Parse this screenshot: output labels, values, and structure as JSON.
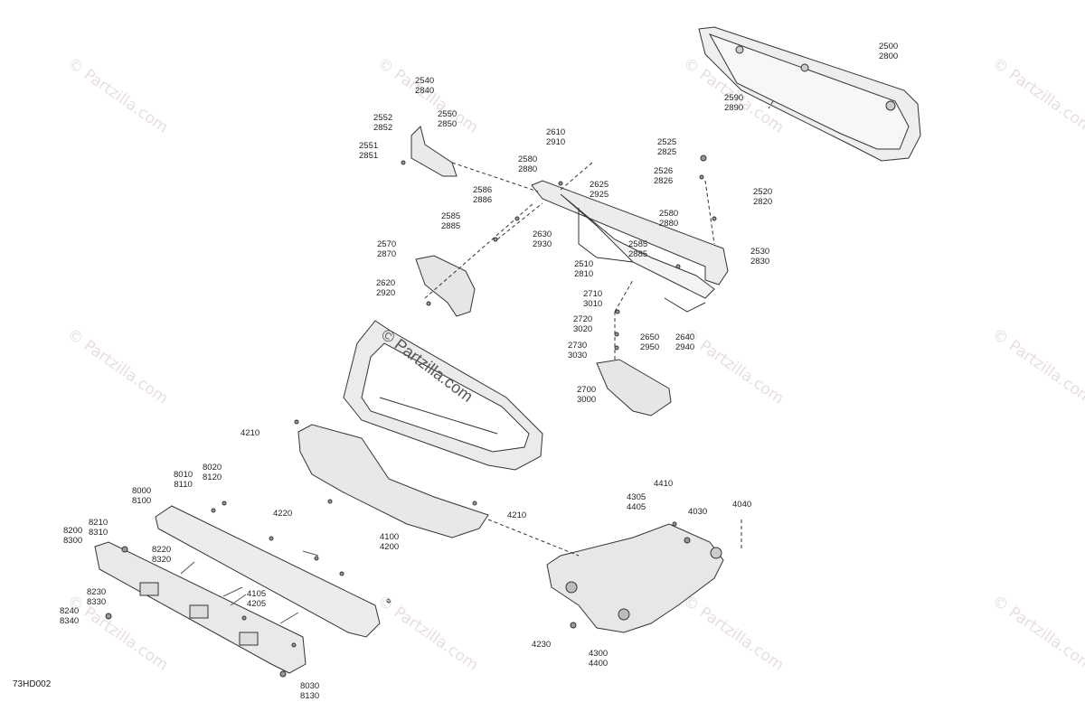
{
  "diagram_id": "73HD002",
  "watermark": "© Partzilla.com",
  "callouts": [
    {
      "id": "c2500",
      "lines": [
        "2500",
        "2800"
      ]
    },
    {
      "id": "c2590",
      "lines": [
        "2590",
        "2890"
      ]
    },
    {
      "id": "c2540",
      "lines": [
        "2540",
        "2840"
      ]
    },
    {
      "id": "c2552",
      "lines": [
        "2552",
        "2852"
      ]
    },
    {
      "id": "c2550",
      "lines": [
        "2550",
        "2850"
      ]
    },
    {
      "id": "c2551",
      "lines": [
        "2551",
        "2851"
      ]
    },
    {
      "id": "c2610",
      "lines": [
        "2610",
        "2910"
      ]
    },
    {
      "id": "c2580a",
      "lines": [
        "2580",
        "2880"
      ]
    },
    {
      "id": "c2586",
      "lines": [
        "2586",
        "2886"
      ]
    },
    {
      "id": "c2625",
      "lines": [
        "2625",
        "2925"
      ]
    },
    {
      "id": "c2585a",
      "lines": [
        "2585",
        "2885"
      ]
    },
    {
      "id": "c2630",
      "lines": [
        "2630",
        "2930"
      ]
    },
    {
      "id": "c2525",
      "lines": [
        "2525",
        "2825"
      ]
    },
    {
      "id": "c2526",
      "lines": [
        "2526",
        "2826"
      ]
    },
    {
      "id": "c2520",
      "lines": [
        "2520",
        "2820"
      ]
    },
    {
      "id": "c2580b",
      "lines": [
        "2580",
        "2880"
      ]
    },
    {
      "id": "c2530",
      "lines": [
        "2530",
        "2830"
      ]
    },
    {
      "id": "c2585b",
      "lines": [
        "2585",
        "2885"
      ]
    },
    {
      "id": "c2510",
      "lines": [
        "2510",
        "2810"
      ]
    },
    {
      "id": "c2570",
      "lines": [
        "2570",
        "2870"
      ]
    },
    {
      "id": "c2620",
      "lines": [
        "2620",
        "2920"
      ]
    },
    {
      "id": "c2710",
      "lines": [
        "2710",
        "3010"
      ]
    },
    {
      "id": "c2720",
      "lines": [
        "2720",
        "3020"
      ]
    },
    {
      "id": "c2650",
      "lines": [
        "2650",
        "2950"
      ]
    },
    {
      "id": "c2640",
      "lines": [
        "2640",
        "2940"
      ]
    },
    {
      "id": "c2730",
      "lines": [
        "2730",
        "3030"
      ]
    },
    {
      "id": "c2700",
      "lines": [
        "2700",
        "3000"
      ]
    },
    {
      "id": "c4210a",
      "lines": [
        "4210"
      ]
    },
    {
      "id": "c8020",
      "lines": [
        "8020",
        "8120"
      ]
    },
    {
      "id": "c8010",
      "lines": [
        "8010",
        "8110"
      ]
    },
    {
      "id": "c8000",
      "lines": [
        "8000",
        "8100"
      ]
    },
    {
      "id": "c4220",
      "lines": [
        "4220"
      ]
    },
    {
      "id": "c4210b",
      "lines": [
        "4210"
      ]
    },
    {
      "id": "c4100",
      "lines": [
        "4100",
        "4200"
      ]
    },
    {
      "id": "c8210",
      "lines": [
        "8210",
        "8310"
      ]
    },
    {
      "id": "c8200",
      "lines": [
        "8200",
        "8300"
      ]
    },
    {
      "id": "c8220",
      "lines": [
        "8220",
        "8320"
      ]
    },
    {
      "id": "c8230",
      "lines": [
        "8230",
        "8330"
      ]
    },
    {
      "id": "c4105",
      "lines": [
        "4105",
        "4205"
      ]
    },
    {
      "id": "c8240",
      "lines": [
        "8240",
        "8340"
      ]
    },
    {
      "id": "c8030",
      "lines": [
        "8030",
        "8130"
      ]
    },
    {
      "id": "c4410",
      "lines": [
        "4410"
      ]
    },
    {
      "id": "c4305",
      "lines": [
        "4305",
        "4405"
      ]
    },
    {
      "id": "c4030",
      "lines": [
        "4030"
      ]
    },
    {
      "id": "c4040",
      "lines": [
        "4040"
      ]
    },
    {
      "id": "c4230",
      "lines": [
        "4230"
      ]
    },
    {
      "id": "c4300",
      "lines": [
        "4300",
        "4400"
      ]
    }
  ]
}
